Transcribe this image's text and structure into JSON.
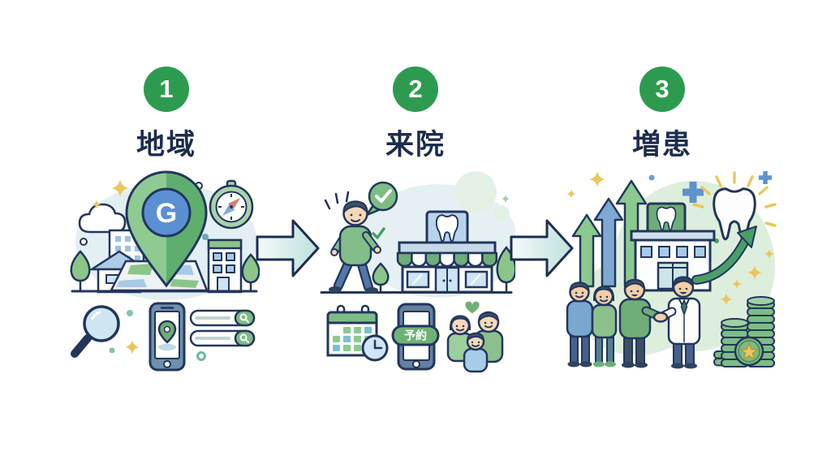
{
  "figure": {
    "type": "process-flow",
    "background": "#ffffff",
    "direction": "left-to-right"
  },
  "steps": [
    {
      "number": "1",
      "label": "地域",
      "illustration": "local-area-google-map-pin",
      "badge_letter": "G",
      "icons": [
        "google-map-pin",
        "google-g-badge",
        "compass",
        "cloud",
        "sparkle",
        "town-buildings",
        "street-map",
        "magnifier",
        "smartphone-map-pin",
        "search-bar"
      ]
    },
    {
      "number": "2",
      "label": "来院",
      "illustration": "patient-walking-to-dental-clinic",
      "phone_button_label": "予約",
      "icons": [
        "walking-patient",
        "check-speech-bubble",
        "dental-clinic-storefront",
        "tooth-sign",
        "calendar-clock",
        "smartphone-booking",
        "family-heart"
      ]
    },
    {
      "number": "3",
      "label": "増患",
      "illustration": "patient-growth-and-revenue",
      "icons": [
        "growth-up-arrows",
        "clinic-building",
        "tooth-sign",
        "shining-tooth",
        "plus-sign",
        "dentist-patient-handshake",
        "patient-queue",
        "coin-stacks",
        "star-coin",
        "growth-curve-arrow"
      ]
    }
  ],
  "connectors": [
    {
      "type": "arrow-right"
    },
    {
      "type": "arrow-right"
    }
  ],
  "colors": {
    "step_circle": "#2d9b4f",
    "step_number": "#ffffff",
    "heading_text": "#1c2c4e",
    "outline_navy": "#22365c",
    "green_main": "#6fae77",
    "green_light": "#8fca92",
    "blue_main": "#5b8fd4",
    "blue_light": "#a9c9e8",
    "sparkle_yellow": "#e9c75e",
    "skin": "#f2cfa6",
    "arrow_fill_start": "#f3faf9",
    "arrow_fill_end": "#bfe0dc"
  }
}
